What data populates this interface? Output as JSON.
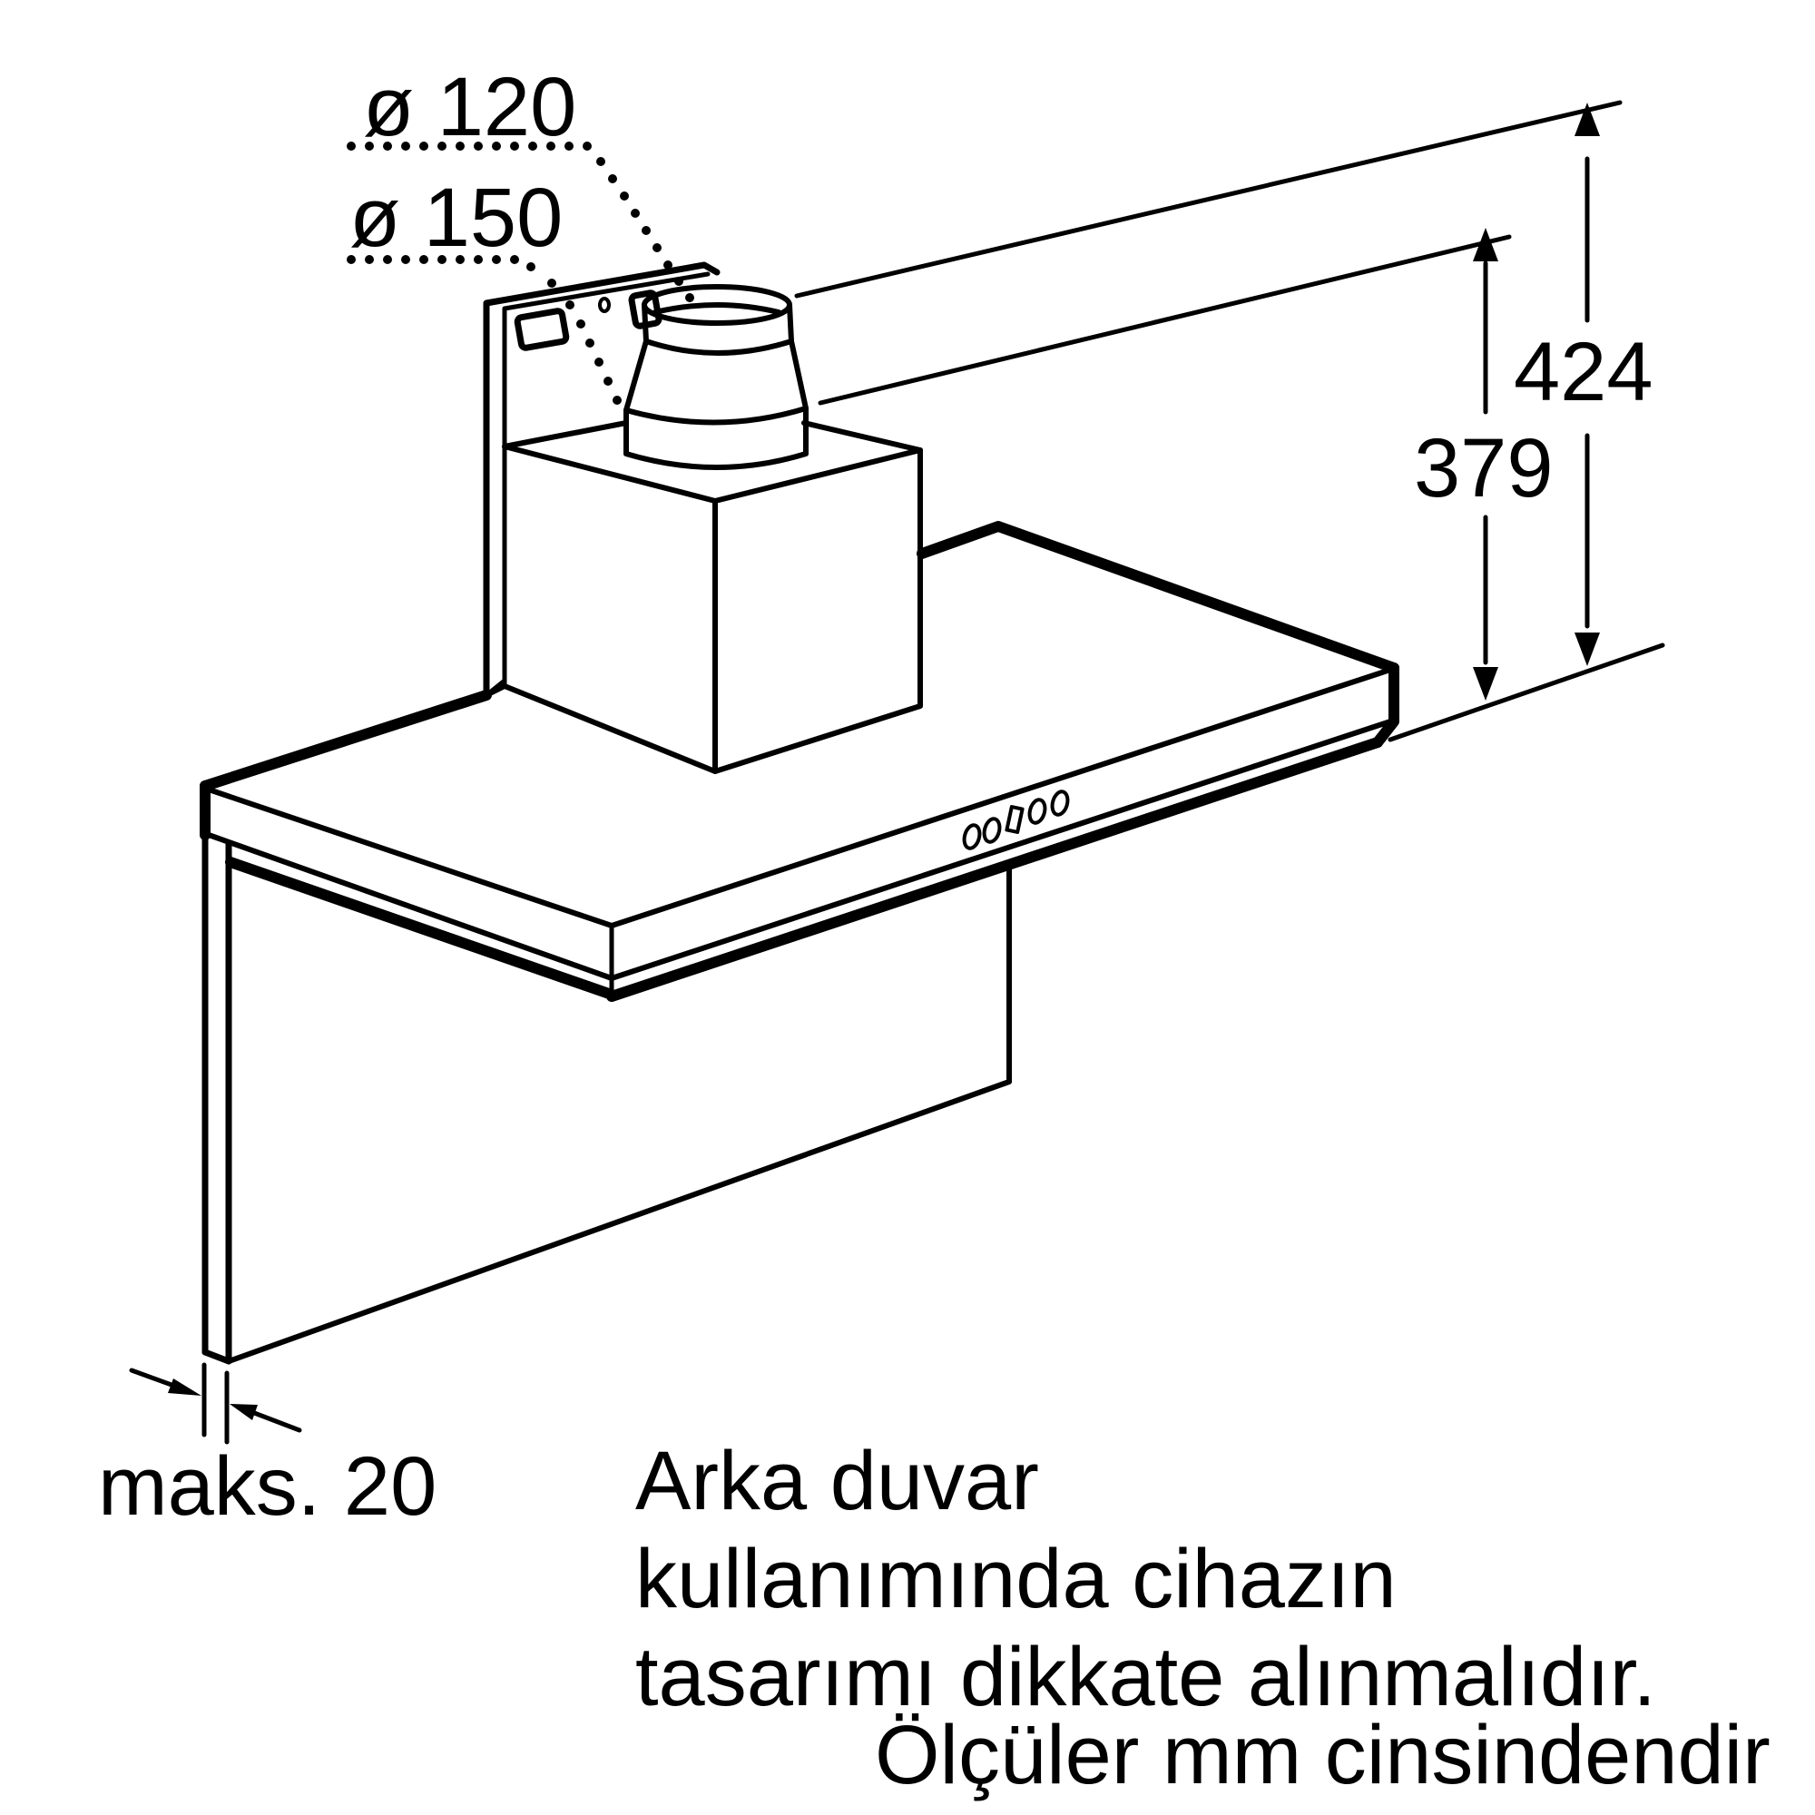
{
  "diagram": {
    "subject": "wall-mounted cooker hood with chimney and back wall panel",
    "dimensions": {
      "duct_diameter_small": "ø 120",
      "duct_diameter_large": "ø 150",
      "height_total": "424",
      "height_body": "379",
      "back_wall_gap": "maks. 20"
    },
    "notes": {
      "back_wall_line1": "Arka duvar",
      "back_wall_line2": "kullanımında cihazın",
      "back_wall_line3": "tasarımı dikkate alınmalıdır.",
      "units": "Ölçüler mm cinsindendir"
    },
    "control_panel": {
      "buttons": [
        "round",
        "round",
        "rectangular",
        "round",
        "round"
      ]
    },
    "colors": {
      "line": "#000000",
      "background": "#ffffff"
    }
  }
}
